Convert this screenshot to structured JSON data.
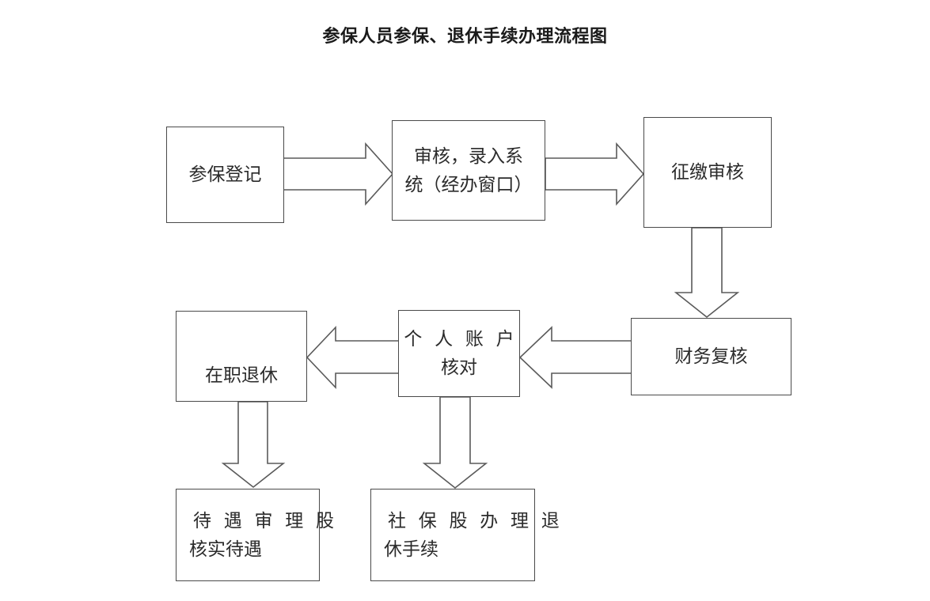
{
  "page": {
    "title": "参保人员参保、退休手续办理流程图",
    "background_color": "#ffffff",
    "box_stroke_color": "#4a4a4a",
    "arrow_stroke_color": "#5a5a5a",
    "text_color": "#2b2b2b"
  },
  "chart_data": {
    "type": "diagram",
    "diagram_kind": "flowchart",
    "title": "参保人员参保、退休手续办理流程图",
    "nodes": [
      {
        "id": "n1",
        "lines": [
          "参保登记"
        ]
      },
      {
        "id": "n2",
        "lines": [
          "审核，录入系",
          "统（经办窗口）"
        ]
      },
      {
        "id": "n3",
        "lines": [
          "征缴审核"
        ]
      },
      {
        "id": "n4",
        "lines": [
          "财务复核"
        ]
      },
      {
        "id": "n5",
        "lines": [
          "个 人 账 户",
          "核对"
        ]
      },
      {
        "id": "n6",
        "lines": [
          "在职退休"
        ]
      },
      {
        "id": "n7",
        "lines": [
          "待 遇 审 理 股",
          "核实待遇"
        ]
      },
      {
        "id": "n8",
        "lines": [
          "社 保 股 办 理 退",
          "休手续"
        ]
      }
    ],
    "edges": [
      {
        "from": "n1",
        "to": "n2",
        "direction": "right"
      },
      {
        "from": "n2",
        "to": "n3",
        "direction": "right"
      },
      {
        "from": "n3",
        "to": "n4",
        "direction": "down"
      },
      {
        "from": "n4",
        "to": "n5",
        "direction": "left"
      },
      {
        "from": "n5",
        "to": "n6",
        "direction": "left"
      },
      {
        "from": "n6",
        "to": "n7",
        "direction": "down"
      },
      {
        "from": "n5",
        "to": "n8",
        "direction": "down"
      }
    ]
  },
  "nodes": {
    "n1": {
      "line1": "参保登记"
    },
    "n2": {
      "line1": "审核，录入系",
      "line2": "统（经办窗口）"
    },
    "n3": {
      "line1": "征缴审核"
    },
    "n4": {
      "line1": "财务复核"
    },
    "n5": {
      "line1": "个 人 账 户",
      "line2": "核对"
    },
    "n6": {
      "line1": "在职退休"
    },
    "n7": {
      "line1": "待 遇 审 理 股",
      "line2": "核实待遇"
    },
    "n8": {
      "line1": "社 保 股 办 理 退",
      "line2": "休手续"
    }
  },
  "arrows": {
    "a1": {
      "name": "参保登记到审核录入系统",
      "direction": "right"
    },
    "a2": {
      "name": "审核录入系统到征缴审核",
      "direction": "right"
    },
    "a3": {
      "name": "征缴审核到财务复核",
      "direction": "down"
    },
    "a4": {
      "name": "财务复核到个人账户核对",
      "direction": "left"
    },
    "a5": {
      "name": "个人账户核对到在职退休",
      "direction": "left"
    },
    "a6": {
      "name": "在职退休到待遇审理股核实待遇",
      "direction": "down"
    },
    "a7": {
      "name": "个人账户核对到社保股办理退休手续",
      "direction": "down"
    }
  }
}
